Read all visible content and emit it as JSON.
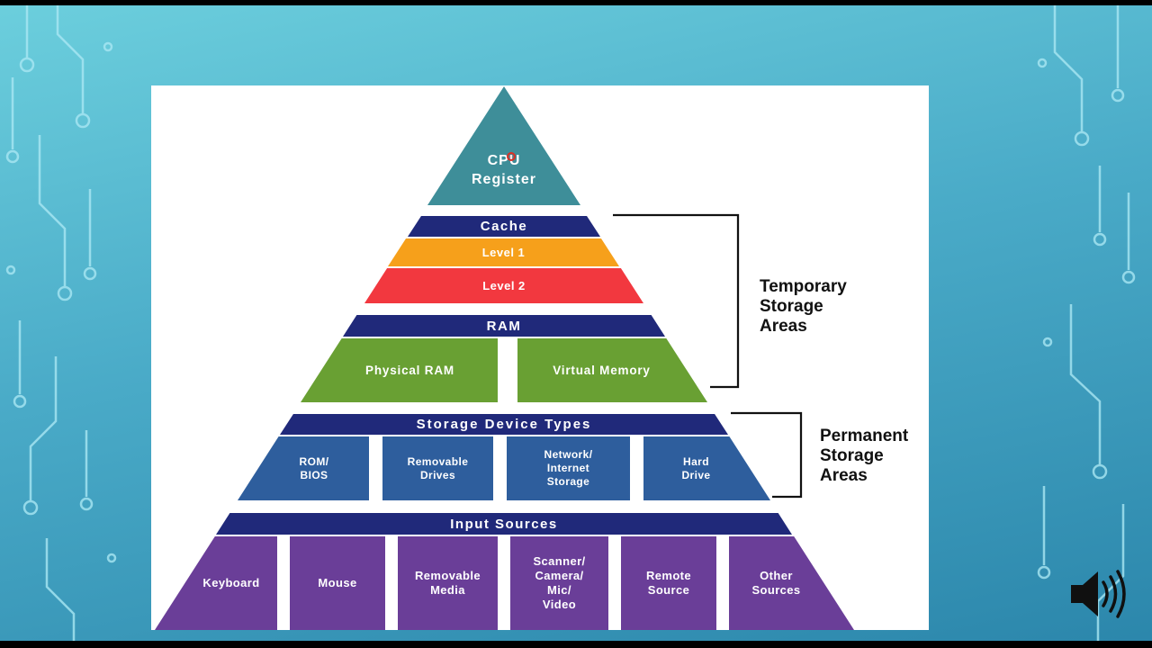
{
  "colors": {
    "background_top": "#6ccfdd",
    "background_bottom": "#2b86ab",
    "panel": "#ffffff",
    "navy": "#20297a",
    "teal": "#3e8e99",
    "orange": "#f6a01b",
    "red": "#f2383f",
    "green": "#69a033",
    "blue": "#2e5e9d",
    "purple": "#6a3e98",
    "annotation_text": "#111111",
    "circuit_line": "#a9e7f3"
  },
  "pyramid": {
    "apex": {
      "label": "CPU\nRegister"
    },
    "cache": {
      "header": "Cache",
      "level1": "Level 1",
      "level2": "Level 2"
    },
    "ram": {
      "header": "RAM",
      "boxes": [
        "Physical RAM",
        "Virtual Memory"
      ]
    },
    "storage": {
      "header": "Storage Device Types",
      "boxes": [
        "ROM/\nBIOS",
        "Removable\nDrives",
        "Network/\nInternet\nStorage",
        "Hard\nDrive"
      ]
    },
    "input": {
      "header": "Input Sources",
      "boxes": [
        "Keyboard",
        "Mouse",
        "Removable\nMedia",
        "Scanner/\nCamera/\nMic/\nVideo",
        "Remote\nSource",
        "Other\nSources"
      ]
    }
  },
  "annotations": {
    "temporary": "Temporary\nStorage\nAreas",
    "permanent": "Permanent\nStorage\nAreas"
  },
  "icons": {
    "audio": "speaker-icon"
  }
}
